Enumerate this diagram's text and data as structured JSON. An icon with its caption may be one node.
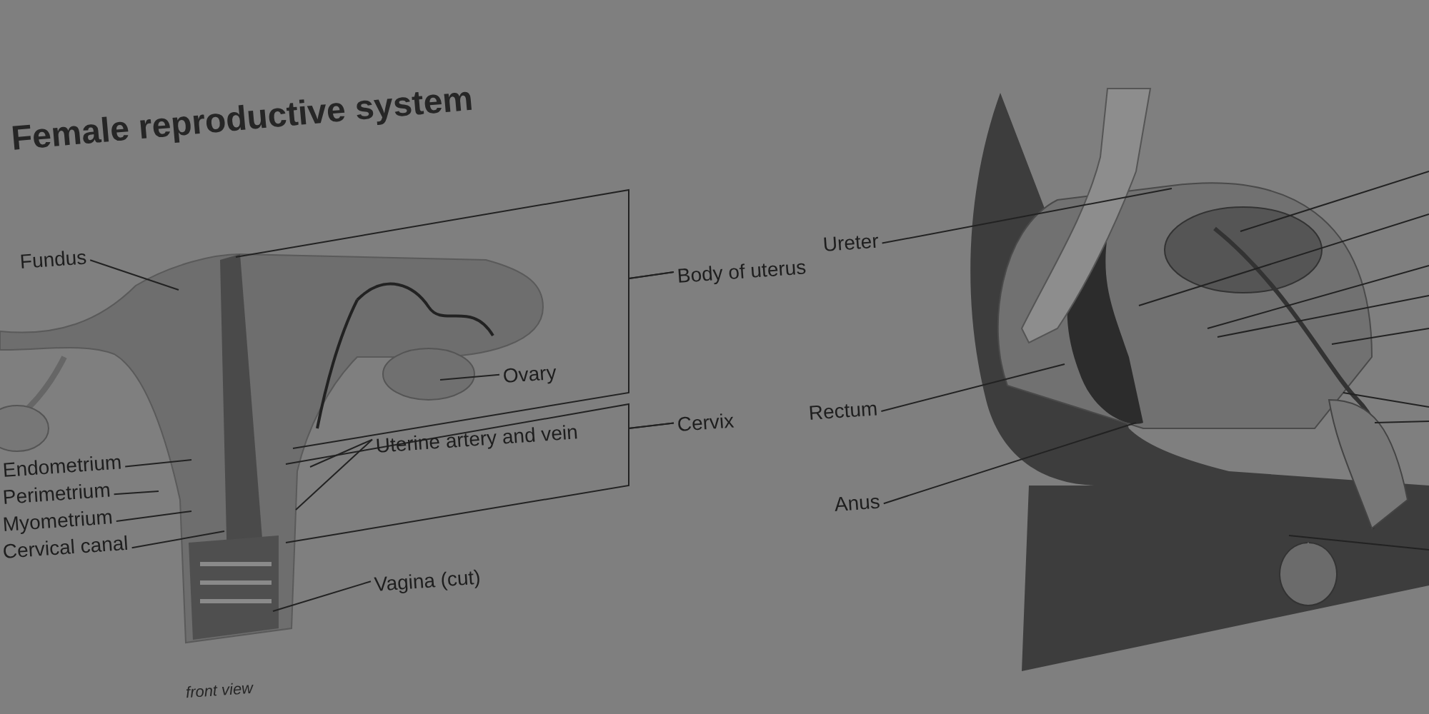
{
  "diagram": {
    "title": "Female reproductive system",
    "nodes": [
      {
        "text": [
          "Fundus"
        ]
      },
      {
        "text": [
          "Body of uterus"
        ]
      },
      {
        "text": [
          "Ovary"
        ]
      },
      {
        "text": [
          "Cervix"
        ]
      },
      {
        "text": [
          "Uterine artery and vein"
        ]
      },
      {
        "text": [
          "Endometrium"
        ]
      },
      {
        "text": [
          "Perimetrium"
        ]
      },
      {
        "text": [
          "Myometrium"
        ]
      },
      {
        "text": [
          "Cervical canal"
        ]
      },
      {
        "text": [
          "Vagina (cut)"
        ]
      },
      {
        "text": [
          "Ureter"
        ]
      },
      {
        "text": [
          "Rectum"
        ]
      },
      {
        "text": [
          "Anus"
        ]
      }
    ],
    "edges": [
      {
        "from": 0,
        "to": null,
        "arrow": "none"
      },
      {
        "from": 1,
        "to": null,
        "arrow": "none"
      },
      {
        "from": 1,
        "to": null,
        "arrow": "none"
      },
      {
        "from": 2,
        "to": null,
        "arrow": "none"
      },
      {
        "from": 3,
        "to": null,
        "arrow": "none"
      },
      {
        "from": 3,
        "to": null,
        "arrow": "none"
      },
      {
        "from": 4,
        "to": null,
        "arrow": "none"
      },
      {
        "from": 4,
        "to": null,
        "arrow": "none"
      },
      {
        "from": 5,
        "to": null,
        "arrow": "none"
      },
      {
        "from": 6,
        "to": null,
        "arrow": "none"
      },
      {
        "from": 7,
        "to": null,
        "arrow": "none"
      },
      {
        "from": 8,
        "to": null,
        "arrow": "none"
      },
      {
        "from": 9,
        "to": null,
        "arrow": "none"
      },
      {
        "from": 10,
        "to": null,
        "arrow": "none"
      },
      {
        "from": 11,
        "to": null,
        "arrow": "none"
      },
      {
        "from": 12,
        "to": null,
        "arrow": "none"
      }
    ],
    "labels": [
      "front view"
    ]
  }
}
